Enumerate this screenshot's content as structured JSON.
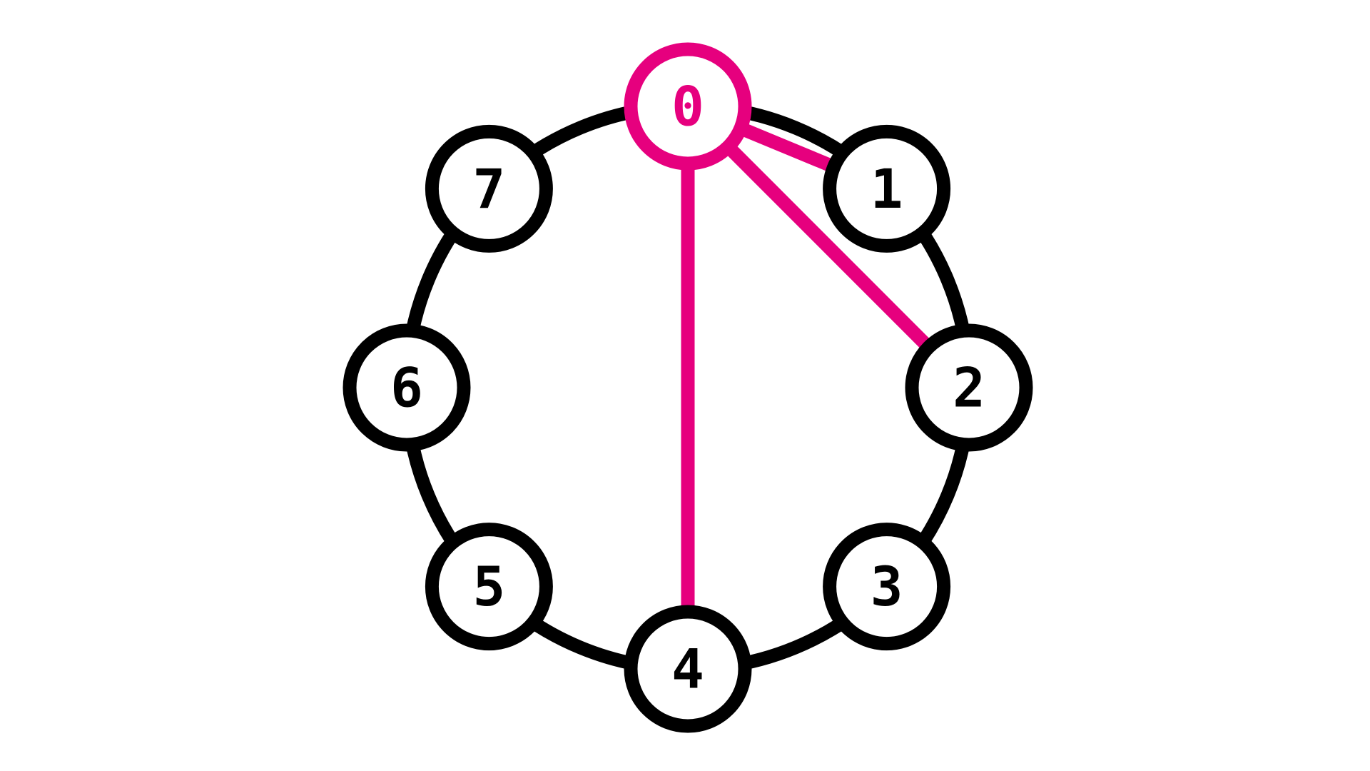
{
  "colors": {
    "background": "#ffffff",
    "ring": "#000000",
    "highlight": "#e6007e",
    "node_fill": "#ffffff"
  },
  "nodes": [
    {
      "id": 0,
      "label": "0",
      "highlighted": true
    },
    {
      "id": 1,
      "label": "1",
      "highlighted": false
    },
    {
      "id": 2,
      "label": "2",
      "highlighted": false
    },
    {
      "id": 3,
      "label": "3",
      "highlighted": false
    },
    {
      "id": 4,
      "label": "4",
      "highlighted": false
    },
    {
      "id": 5,
      "label": "5",
      "highlighted": false
    },
    {
      "id": 6,
      "label": "6",
      "highlighted": false
    },
    {
      "id": 7,
      "label": "7",
      "highlighted": false
    }
  ],
  "ring_edges": [
    [
      0,
      1
    ],
    [
      1,
      2
    ],
    [
      2,
      3
    ],
    [
      3,
      4
    ],
    [
      4,
      5
    ],
    [
      5,
      6
    ],
    [
      6,
      7
    ],
    [
      7,
      0
    ]
  ],
  "highlight_edges": [
    [
      0,
      1
    ],
    [
      0,
      2
    ],
    [
      0,
      4
    ]
  ]
}
